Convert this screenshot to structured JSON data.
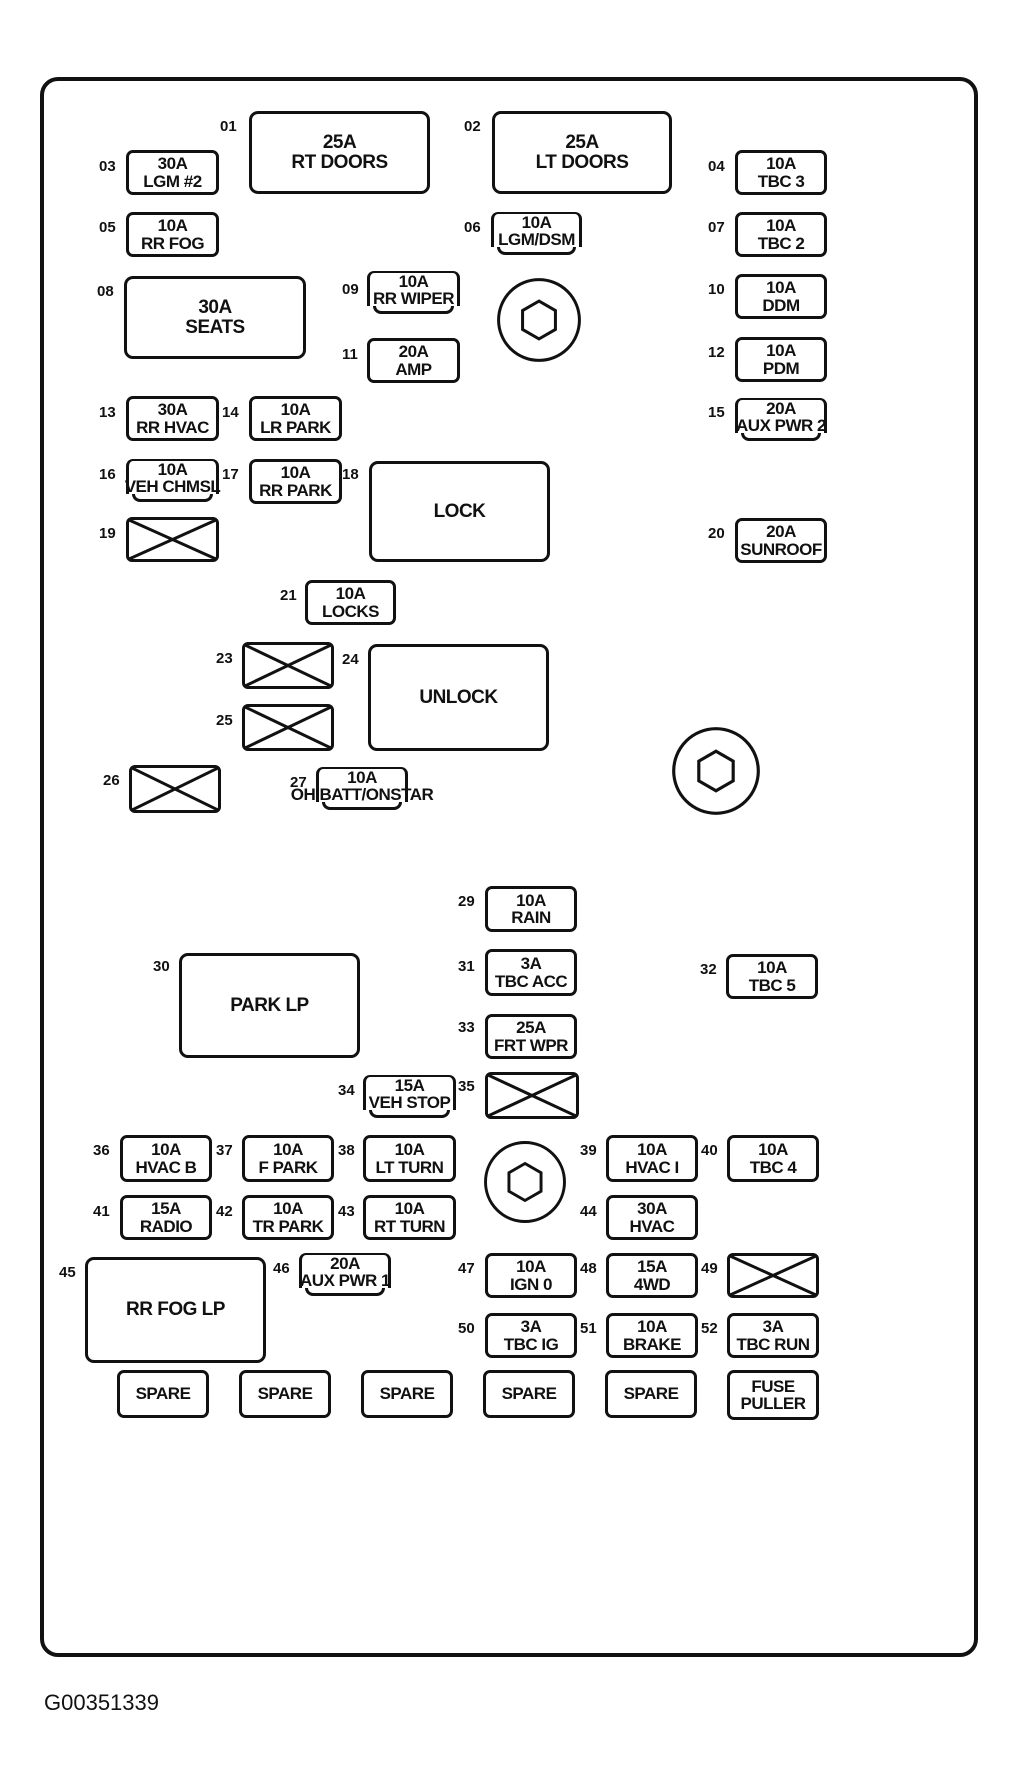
{
  "caption": "G00351339",
  "fuses": [
    {
      "num": "01",
      "lines": [
        "25A",
        "RT DOORS"
      ]
    },
    {
      "num": "02",
      "lines": [
        "25A",
        "LT DOORS"
      ]
    },
    {
      "num": "03",
      "lines": [
        "30A",
        "LGM #2"
      ]
    },
    {
      "num": "04",
      "lines": [
        "10A",
        "TBC 3"
      ]
    },
    {
      "num": "05",
      "lines": [
        "10A",
        "RR FOG"
      ]
    },
    {
      "num": "06",
      "lines": [
        "10A",
        "LGM/DSM"
      ]
    },
    {
      "num": "07",
      "lines": [
        "10A",
        "TBC 2"
      ]
    },
    {
      "num": "08",
      "lines": [
        "30A",
        "SEATS"
      ]
    },
    {
      "num": "09",
      "lines": [
        "10A",
        "RR WIPER"
      ]
    },
    {
      "num": "10",
      "lines": [
        "10A",
        "DDM"
      ]
    },
    {
      "num": "11",
      "lines": [
        "20A",
        "AMP"
      ]
    },
    {
      "num": "12",
      "lines": [
        "10A",
        "PDM"
      ]
    },
    {
      "num": "13",
      "lines": [
        "30A",
        "RR HVAC"
      ]
    },
    {
      "num": "14",
      "lines": [
        "10A",
        "LR PARK"
      ]
    },
    {
      "num": "15",
      "lines": [
        "20A",
        "AUX PWR 2"
      ]
    },
    {
      "num": "16",
      "lines": [
        "10A",
        "VEH CHMSL"
      ]
    },
    {
      "num": "17",
      "lines": [
        "10A",
        "RR PARK"
      ]
    },
    {
      "num": "18",
      "lines": [
        "LOCK"
      ]
    },
    {
      "num": "19",
      "lines": []
    },
    {
      "num": "20",
      "lines": [
        "20A",
        "SUNROOF"
      ]
    },
    {
      "num": "21",
      "lines": [
        "10A",
        "LOCKS"
      ]
    },
    {
      "num": "23",
      "lines": []
    },
    {
      "num": "24",
      "lines": [
        "UNLOCK"
      ]
    },
    {
      "num": "25",
      "lines": []
    },
    {
      "num": "26",
      "lines": []
    },
    {
      "num": "27",
      "lines": [
        "10A",
        "OH BATT/ONSTAR"
      ]
    },
    {
      "num": "29",
      "lines": [
        "10A",
        "RAIN"
      ]
    },
    {
      "num": "30",
      "lines": [
        "PARK LP"
      ]
    },
    {
      "num": "31",
      "lines": [
        "3A",
        "TBC ACC"
      ]
    },
    {
      "num": "32",
      "lines": [
        "10A",
        "TBC 5"
      ]
    },
    {
      "num": "33",
      "lines": [
        "25A",
        "FRT WPR"
      ]
    },
    {
      "num": "34",
      "lines": [
        "15A",
        "VEH STOP"
      ]
    },
    {
      "num": "35",
      "lines": []
    },
    {
      "num": "36",
      "lines": [
        "10A",
        "HVAC B"
      ]
    },
    {
      "num": "37",
      "lines": [
        "10A",
        "F PARK"
      ]
    },
    {
      "num": "38",
      "lines": [
        "10A",
        "LT TURN"
      ]
    },
    {
      "num": "39",
      "lines": [
        "10A",
        "HVAC I"
      ]
    },
    {
      "num": "40",
      "lines": [
        "10A",
        "TBC 4"
      ]
    },
    {
      "num": "41",
      "lines": [
        "15A",
        "RADIO"
      ]
    },
    {
      "num": "42",
      "lines": [
        "10A",
        "TR PARK"
      ]
    },
    {
      "num": "43",
      "lines": [
        "10A",
        "RT TURN"
      ]
    },
    {
      "num": "44",
      "lines": [
        "30A",
        "HVAC"
      ]
    },
    {
      "num": "45",
      "lines": [
        "RR FOG LP"
      ]
    },
    {
      "num": "46",
      "lines": [
        "20A",
        "AUX PWR 1"
      ]
    },
    {
      "num": "47",
      "lines": [
        "10A",
        "IGN 0"
      ]
    },
    {
      "num": "48",
      "lines": [
        "15A",
        "4WD"
      ]
    },
    {
      "num": "49",
      "lines": []
    },
    {
      "num": "50",
      "lines": [
        "3A",
        "TBC IG"
      ]
    },
    {
      "num": "51",
      "lines": [
        "10A",
        "BRAKE"
      ]
    },
    {
      "num": "52",
      "lines": [
        "3A",
        "TBC RUN"
      ]
    }
  ],
  "spares": [
    "SPARE",
    "SPARE",
    "SPARE",
    "SPARE",
    "SPARE"
  ],
  "fuse_puller": [
    "FUSE",
    "PULLER"
  ]
}
